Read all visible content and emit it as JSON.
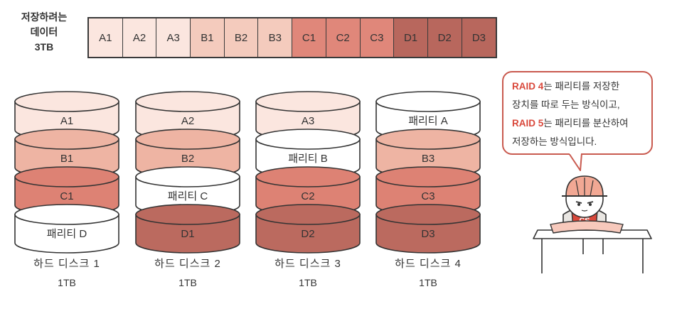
{
  "data_label": {
    "line1": "저장하려는",
    "line2": "데이터",
    "line3": "3TB"
  },
  "strip": [
    {
      "label": "A1",
      "color": "#fbe6df"
    },
    {
      "label": "A2",
      "color": "#fbe6df"
    },
    {
      "label": "A3",
      "color": "#fbe6df"
    },
    {
      "label": "B1",
      "color": "#f4cbbd"
    },
    {
      "label": "B2",
      "color": "#f4cbbd"
    },
    {
      "label": "B3",
      "color": "#f4cbbd"
    },
    {
      "label": "C1",
      "color": "#e0877a"
    },
    {
      "label": "C2",
      "color": "#e0877a"
    },
    {
      "label": "C3",
      "color": "#e0877a"
    },
    {
      "label": "D1",
      "color": "#b8675d"
    },
    {
      "label": "D2",
      "color": "#b8675d"
    },
    {
      "label": "D3",
      "color": "#b8675d"
    }
  ],
  "colors": {
    "A": "#fbe6df",
    "B": "#eeb4a3",
    "C": "#dd8274",
    "D": "#bb6a5f",
    "parity": "#ffffff",
    "accent": "#d9483b"
  },
  "disks": [
    {
      "name": "하드 디스크 1",
      "size": "1TB",
      "blocks": [
        {
          "label": "A1",
          "group": "A"
        },
        {
          "label": "B1",
          "group": "B"
        },
        {
          "label": "C1",
          "group": "C"
        },
        {
          "label": "패리티 D",
          "group": "parity"
        }
      ]
    },
    {
      "name": "하드 디스크 2",
      "size": "1TB",
      "blocks": [
        {
          "label": "A2",
          "group": "A"
        },
        {
          "label": "B2",
          "group": "B"
        },
        {
          "label": "패리티 C",
          "group": "parity"
        },
        {
          "label": "D1",
          "group": "D"
        }
      ]
    },
    {
      "name": "하드 디스크 3",
      "size": "1TB",
      "blocks": [
        {
          "label": "A3",
          "group": "A"
        },
        {
          "label": "패리티 B",
          "group": "parity"
        },
        {
          "label": "C2",
          "group": "C"
        },
        {
          "label": "D2",
          "group": "D"
        }
      ]
    },
    {
      "name": "하드 디스크 4",
      "size": "1TB",
      "blocks": [
        {
          "label": "패리티 A",
          "group": "parity"
        },
        {
          "label": "B3",
          "group": "B"
        },
        {
          "label": "C3",
          "group": "C"
        },
        {
          "label": "D3",
          "group": "D"
        }
      ]
    }
  ],
  "bubble": {
    "raid4": "RAID 4",
    "text1": "는 패리티를 저장한",
    "text2": "장치를 따로 두는 방식이고,",
    "raid5": "RAID 5",
    "text3": "는 패리티를 분산하여",
    "text4": "저장하는 방식입니다."
  },
  "character": {
    "shirt_text": "CS"
  }
}
